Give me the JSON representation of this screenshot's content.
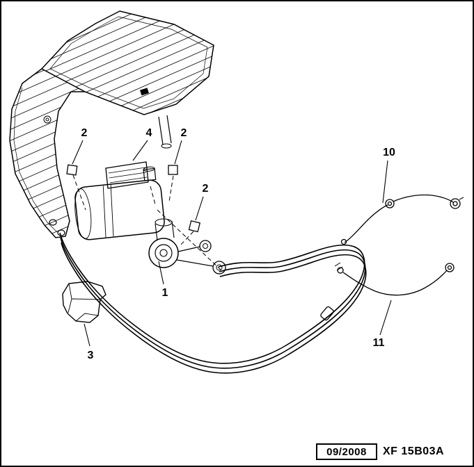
{
  "colors": {
    "ink": "#000000",
    "paper": "#ffffff"
  },
  "diagram": {
    "callouts": [
      {
        "id": "callout-2-upper-left",
        "label": "2"
      },
      {
        "id": "callout-4",
        "label": "4"
      },
      {
        "id": "callout-2-upper-right",
        "label": "2"
      },
      {
        "id": "callout-2-mid",
        "label": "2"
      },
      {
        "id": "callout-1",
        "label": "1"
      },
      {
        "id": "callout-3",
        "label": "3"
      },
      {
        "id": "callout-10",
        "label": "10"
      },
      {
        "id": "callout-11",
        "label": "11"
      }
    ],
    "footer": {
      "date": "09/2008",
      "code": "XF 15B03A"
    }
  }
}
